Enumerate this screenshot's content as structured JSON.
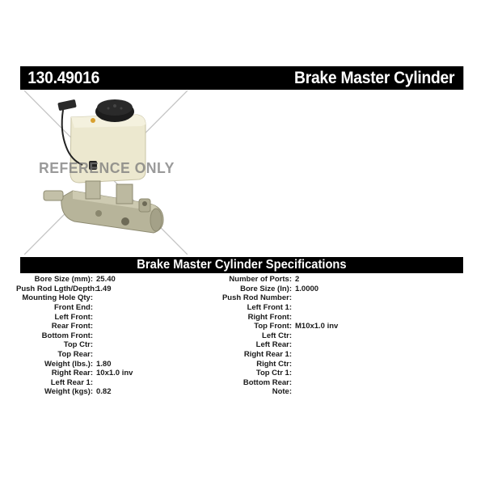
{
  "header": {
    "part_number": "130.49016",
    "product_type": "Brake Master Cylinder"
  },
  "image": {
    "alt": "Brake master cylinder product photo",
    "watermark": "REFERENCE ONLY",
    "colors": {
      "reservoir": "#ece8cf",
      "cap": "#1c1c1c",
      "body": "#b7b49a",
      "crosshair": "#c0c0c0"
    }
  },
  "specs": {
    "title": "Brake Master Cylinder Specifications",
    "left": [
      {
        "label": "Bore Size (mm):",
        "value": "25.40"
      },
      {
        "label": "Push Rod Lgth/Depth:",
        "value": "1.49"
      },
      {
        "label": "Mounting Hole Qty:",
        "value": ""
      },
      {
        "label": "Front End:",
        "value": ""
      },
      {
        "label": "Left Front:",
        "value": ""
      },
      {
        "label": "Rear Front:",
        "value": ""
      },
      {
        "label": "Bottom Front:",
        "value": ""
      },
      {
        "label": "Top Ctr:",
        "value": ""
      },
      {
        "label": "Top Rear:",
        "value": ""
      },
      {
        "label": "Weight (lbs.):",
        "value": "1.80"
      },
      {
        "label": "Right Rear:",
        "value": "10x1.0 inv"
      },
      {
        "label": "Left Rear 1:",
        "value": ""
      },
      {
        "label": "Weight (kgs):",
        "value": "0.82"
      }
    ],
    "right": [
      {
        "label": "Number of Ports:",
        "value": "2"
      },
      {
        "label": "Bore Size (In):",
        "value": "1.0000"
      },
      {
        "label": "Push Rod Number:",
        "value": ""
      },
      {
        "label": "Left Front 1:",
        "value": ""
      },
      {
        "label": "Right Front:",
        "value": ""
      },
      {
        "label": "Top Front:",
        "value": "M10x1.0 inv"
      },
      {
        "label": "Left Ctr:",
        "value": ""
      },
      {
        "label": "Left Rear:",
        "value": ""
      },
      {
        "label": "Right Rear 1:",
        "value": ""
      },
      {
        "label": "Right Ctr:",
        "value": ""
      },
      {
        "label": "Top Ctr 1:",
        "value": ""
      },
      {
        "label": "Bottom Rear:",
        "value": ""
      },
      {
        "label": "Note:",
        "value": ""
      }
    ]
  }
}
